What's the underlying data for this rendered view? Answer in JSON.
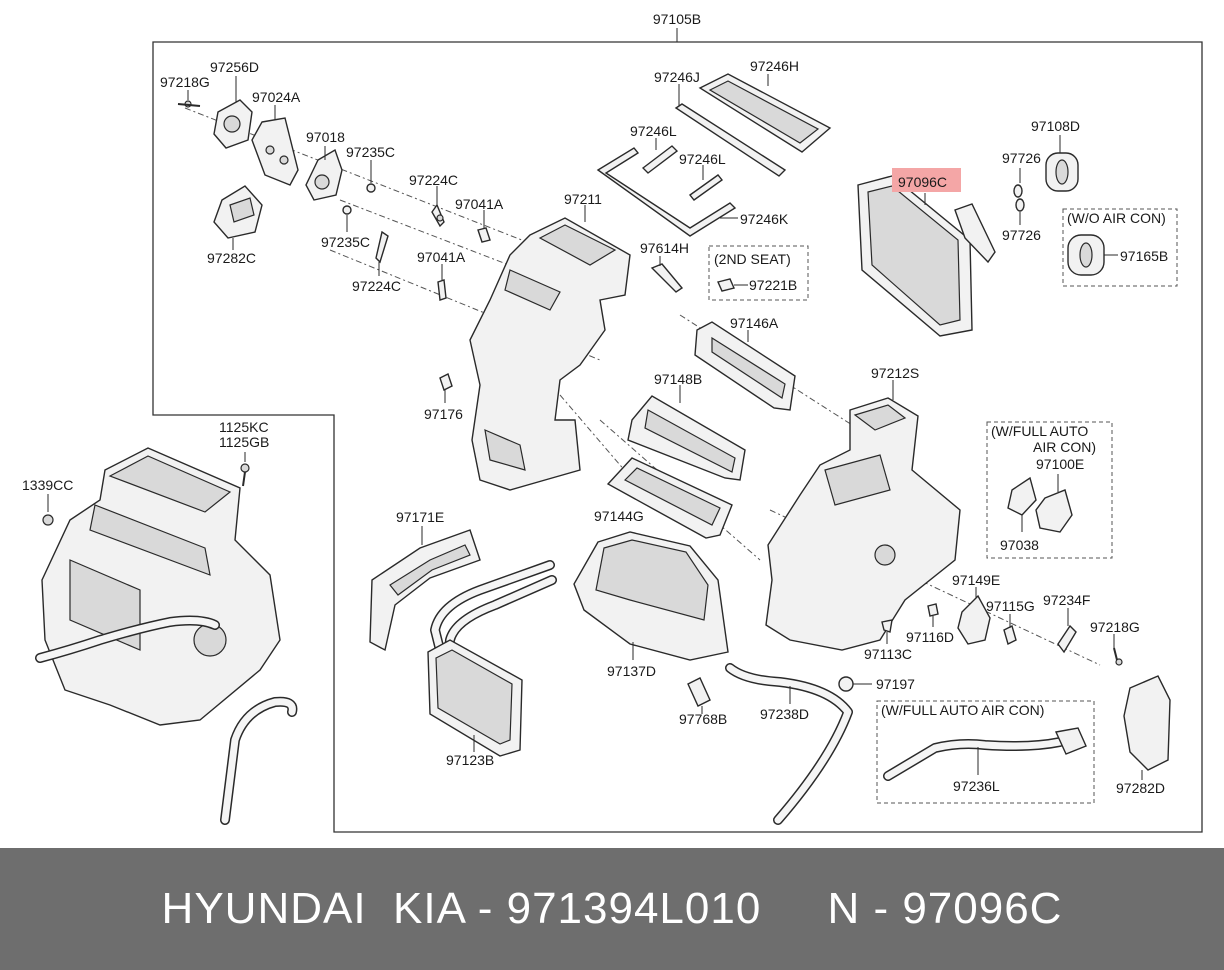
{
  "diagram": {
    "assembly_label": "97105B",
    "highlighted_label": "97096C",
    "highlight_color": "#f4a6a6",
    "labels": {
      "l_97218G_top": "97218G",
      "l_97256D": "97256D",
      "l_97024A": "97024A",
      "l_97018": "97018",
      "l_97235C_a": "97235C",
      "l_97282C": "97282C",
      "l_97224C_a": "97224C",
      "l_97041A_a": "97041A",
      "l_97235C_b": "97235C",
      "l_97041A_b": "97041A",
      "l_97224C_b": "97224C",
      "l_97246J": "97246J",
      "l_97246H": "97246H",
      "l_97246L_a": "97246L",
      "l_97246L_b": "97246L",
      "l_97246K": "97246K",
      "l_97211": "97211",
      "l_97614H": "97614H",
      "l_2nd_seat": "(2ND SEAT)",
      "l_97221B": "97221B",
      "l_97108D": "97108D",
      "l_97726_a": "97726",
      "l_97726_b": "97726",
      "l_wo_aircon": "(W/O AIR CON)",
      "l_97165B": "97165B",
      "l_97146A": "97146A",
      "l_97148B": "97148B",
      "l_97176": "97176",
      "l_97212S": "97212S",
      "l_wfull_a1": "(W/FULL AUTO",
      "l_wfull_a2": "AIR CON)",
      "l_97100E": "97100E",
      "l_97038": "97038",
      "l_1125KC": "1125KC",
      "l_1125GB": "1125GB",
      "l_1339CC": "1339CC",
      "l_97171E": "97171E",
      "l_97144G": "97144G",
      "l_97149E": "97149E",
      "l_97115G": "97115G",
      "l_97234F": "97234F",
      "l_97218G_b": "97218G",
      "l_97116D": "97116D",
      "l_97113C": "97113C",
      "l_97137D": "97137D",
      "l_97197": "97197",
      "l_97768B": "97768B",
      "l_97238D": "97238D",
      "l_wfull_b": "(W/FULL AUTO AIR CON)",
      "l_97236L": "97236L",
      "l_97282D": "97282D",
      "l_97123B": "97123B"
    }
  },
  "footer": {
    "text": "HYUNDAI  KIA - 971394L010     N - 97096C",
    "background": "#6e6e6e"
  }
}
